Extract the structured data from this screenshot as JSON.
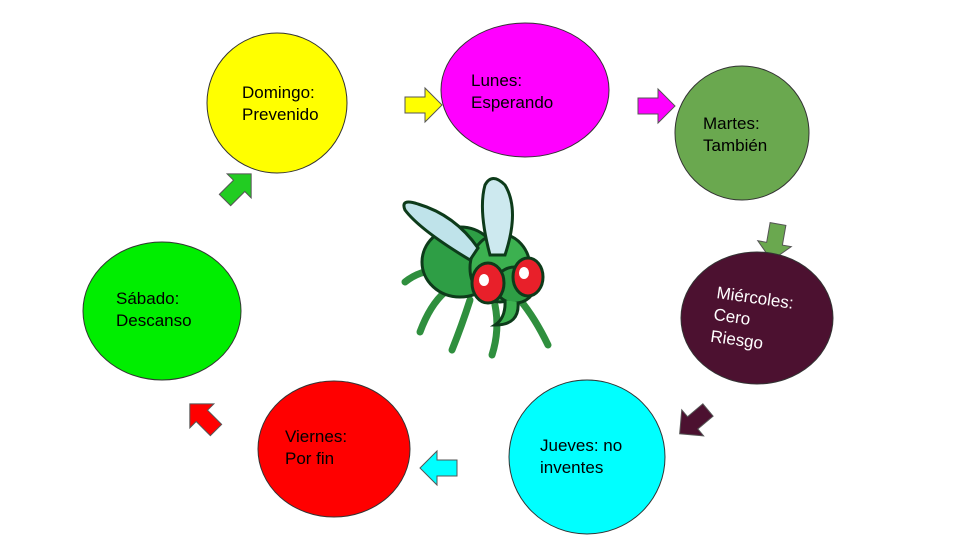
{
  "diagram": {
    "nodes": [
      {
        "id": "domingo",
        "lines": [
          "Domingo:",
          "Prevenido"
        ],
        "fill": "#ffff00",
        "text_color": "#000000"
      },
      {
        "id": "lunes",
        "lines": [
          "Lunes:",
          "Esperando"
        ],
        "fill": "#ff00ff",
        "text_color": "#000000"
      },
      {
        "id": "martes",
        "lines": [
          "Martes:",
          "También"
        ],
        "fill": "#6aa84f",
        "text_color": "#000000"
      },
      {
        "id": "miercoles",
        "lines": [
          "Miércoles:",
          "Cero",
          "Riesgo"
        ],
        "fill": "#4c1130",
        "text_color": "#ffffff"
      },
      {
        "id": "jueves",
        "lines": [
          "Jueves: no",
          "inventes"
        ],
        "fill": "#00ffff",
        "text_color": "#000000"
      },
      {
        "id": "viernes",
        "lines": [
          "Viernes:",
          "Por fin"
        ],
        "fill": "#ff0000",
        "text_color": "#000000"
      },
      {
        "id": "sabado",
        "lines": [
          "Sábado:",
          "Descanso"
        ],
        "fill": "#00ee00",
        "text_color": "#000000"
      }
    ],
    "arrows": [
      {
        "from": "domingo",
        "to": "lunes",
        "color": "#ffff00"
      },
      {
        "from": "lunes",
        "to": "martes",
        "color": "#ff00ff"
      },
      {
        "from": "martes",
        "to": "miercoles",
        "color": "#6aa84f"
      },
      {
        "from": "miercoles",
        "to": "jueves",
        "color": "#4c1130"
      },
      {
        "from": "jueves",
        "to": "viernes",
        "color": "#00ffff"
      },
      {
        "from": "viernes",
        "to": "sabado",
        "color": "#ff0000"
      },
      {
        "from": "sabado",
        "to": "domingo",
        "color": "#22cc22"
      }
    ],
    "center_illustration": "fly-cartoon"
  }
}
